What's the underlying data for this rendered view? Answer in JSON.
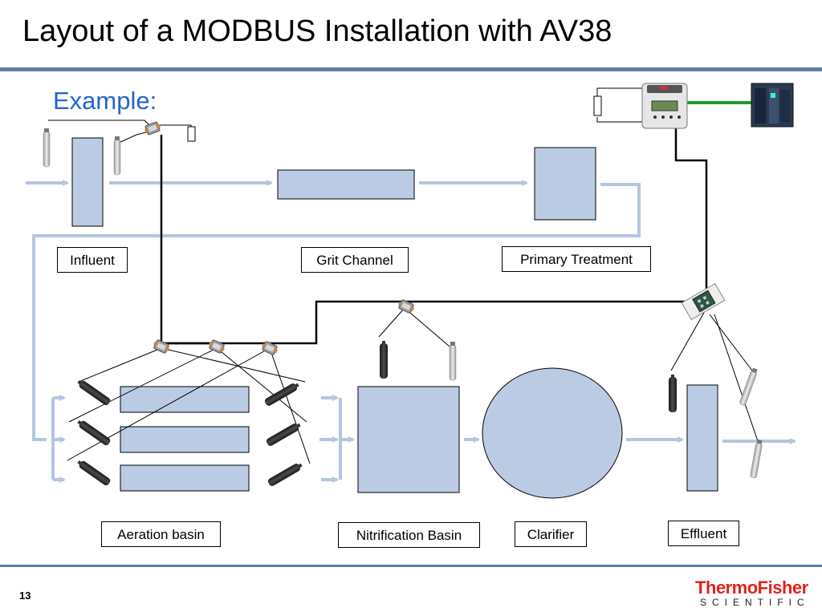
{
  "slide": {
    "title": "Layout of a MODBUS Installation with AV38",
    "subtitle": "Example:",
    "page_number": "13"
  },
  "labels": {
    "influent": "Influent",
    "grit_channel": "Grit Channel",
    "primary_treatment": "Primary Treatment",
    "aeration_basin": "Aeration basin",
    "nitrification_basin": "Nitrification Basin",
    "clarifier": "Clarifier",
    "effluent": "Effluent"
  },
  "logo": {
    "brand": "ThermoFisher",
    "sub": "SCIENTIFIC"
  },
  "colors": {
    "tank_fill": "#bccbe4",
    "flow_arrow": "#b3c6e0",
    "modbus_link": "#1f9a2a",
    "title_rule": "#5f7f9c",
    "subtitle": "#2266cc",
    "logo_red": "#e2231a"
  }
}
